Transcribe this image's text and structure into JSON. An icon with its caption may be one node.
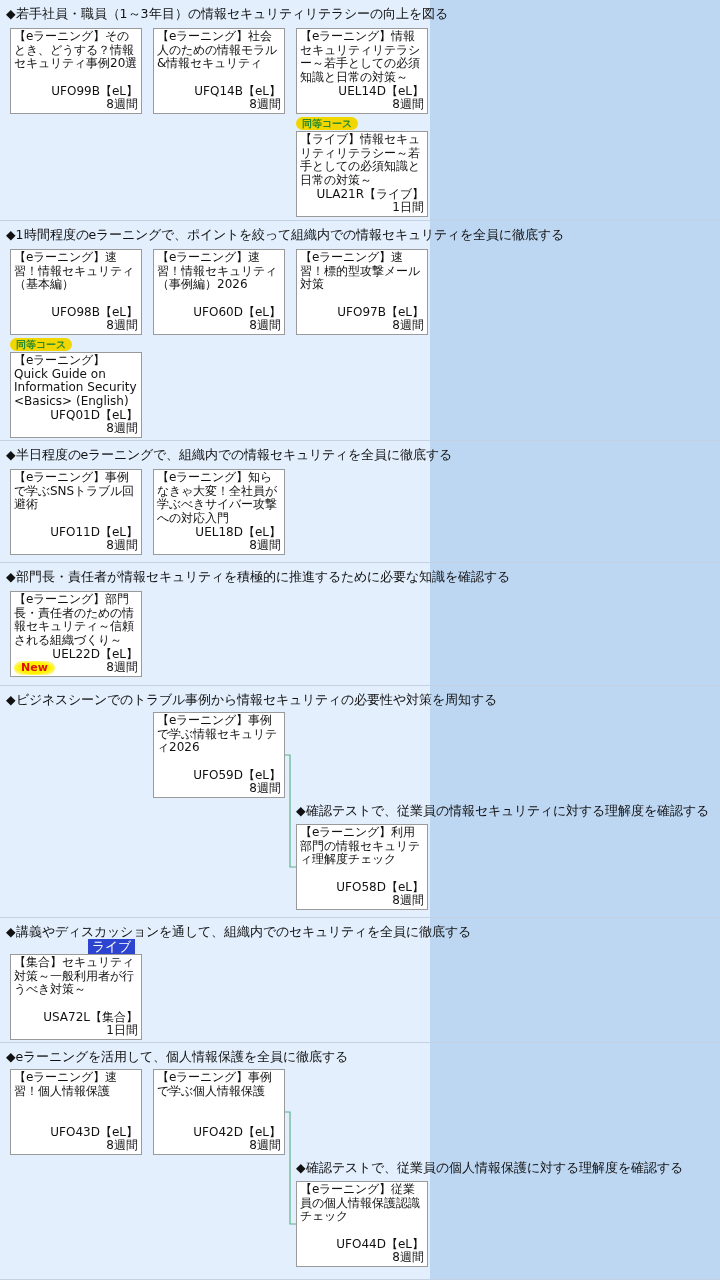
{
  "diagram": {
    "nodes": [
      {
        "text": [
          "◆若手社員・職員（1～3年目）の情報セキュリティリテラシーの向上を図る"
        ]
      },
      {
        "text": [
          "【eラーニング】そのとき、どうする？情報セキュリティ事例20選",
          "UFO99B【eL】",
          "8週間"
        ],
        "in": 0
      },
      {
        "text": [
          "【eラーニング】社会人のための情報モラル&情報セキュリティ",
          "UFQ14B【eL】",
          "8週間"
        ],
        "in": 0
      },
      {
        "text": [
          "【eラーニング】情報セキュリティリテラシー～若手としての必須知識と日常の対策～",
          "UEL14D【eL】",
          "8週間"
        ],
        "in": 0
      },
      {
        "text": [
          "【ライブ】情報セキュリティリテラシー～若手としての必須知識と日常の対策～",
          "ULA21R【ライブ】",
          "1日間"
        ],
        "in": 0,
        "beside": [
          "同等コース"
        ]
      },
      {
        "text": [
          "◆1時間程度のeラーニングで、ポイントを絞って組織内での情報セキュリティを全員に徹底する"
        ]
      },
      {
        "text": [
          "【eラーニング】速習！情報セキュリティ（基本編）",
          "UFO98B【eL】",
          "8週間"
        ],
        "in": 5
      },
      {
        "text": [
          "【eラーニング】速習！情報セキュリティ（事例編）2026",
          "UFO60D【eL】",
          "8週間"
        ],
        "in": 5
      },
      {
        "text": [
          "【eラーニング】速習！標的型攻撃メール対策",
          "UFO97B【eL】",
          "8週間"
        ],
        "in": 5
      },
      {
        "text": [
          "【eラーニング】Quick Guide on Information Security <Basics> (English)",
          "UFQ01D【eL】",
          "8週間"
        ],
        "in": 5,
        "beside": [
          "同等コース"
        ]
      },
      {
        "text": [
          "◆半日程度のeラーニングで、組織内での情報セキュリティを全員に徹底する"
        ]
      },
      {
        "text": [
          "【eラーニング】事例で学ぶSNSトラブル回避術",
          "UFO11D【eL】",
          "8週間"
        ],
        "in": 10
      },
      {
        "text": [
          "【eラーニング】知らなきゃ大変！全社員が学ぶべきサイバー攻撃への対応入門",
          "UEL18D【eL】",
          "8週間"
        ],
        "in": 10
      },
      {
        "text": [
          "◆部門長・責任者が情報セキュリティを積極的に推進するために必要な知識を確認する"
        ]
      },
      {
        "text": [
          "【eラーニング】部門長・責任者のための情報セキュリティ～信頼される組織づくり～",
          "UEL22D【eL】",
          "8週間",
          "New"
        ],
        "in": 13
      },
      {
        "text": [
          "◆ビジネスシーンでのトラブル事例から情報セキュリティの必要性や対策を周知する"
        ]
      },
      {
        "text": [
          "【eラーニング】事例で学ぶ情報セキュリティ2026",
          "UFO59D【eL】",
          "8週間"
        ],
        "in": 15
      },
      {
        "text": [
          "【eラーニング】利用部門の情報セキュリティ理解度チェック",
          "UFO58D【eL】",
          "8週間"
        ],
        "in": 15,
        "beside": [
          "◆確認テストで、従業員の情報セキュリティに対する理解度を確認する"
        ]
      },
      {
        "text": [
          "◆講義やディスカッションを通して、組織内でのセキュリティを全員に徹底する"
        ]
      },
      {
        "text": [
          "【集合】セキュリティ対策～一般利用者が行うべき対策～",
          "USA72L【集合】",
          "1日間"
        ],
        "in": 18,
        "beside": [
          "ライブ"
        ]
      },
      {
        "text": [
          "◆eラーニングを活用して、個人情報保護を全員に徹底する"
        ]
      },
      {
        "text": [
          "【eラーニング】速習！個人情報保護",
          "UFO43D【eL】",
          "8週間"
        ],
        "in": 20
      },
      {
        "text": [
          "【eラーニング】事例で学ぶ個人情報保護",
          "UFO42D【eL】",
          "8週間"
        ],
        "in": 20
      },
      {
        "text": [
          "【eラーニング】従業員の個人情報保護認識チェック",
          "UFO44D【eL】",
          "8週間"
        ],
        "in": 20,
        "beside": [
          "◆確認テストで、従業員の個人情報保護に対する理解度を確認する"
        ]
      }
    ],
    "edges": [
      {
        "from": 16,
        "to": 17,
        "arrow": "none"
      },
      {
        "from": 22,
        "to": 23,
        "arrow": "none"
      }
    ]
  }
}
